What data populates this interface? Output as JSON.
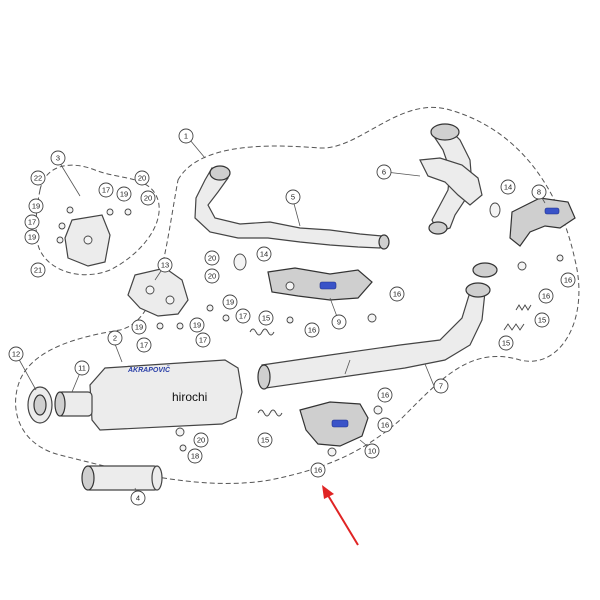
{
  "watermark": "hirochi",
  "brand_label": "AKRAPOVIČ",
  "callouts": {
    "c1": "1",
    "c2": "2",
    "c3": "3",
    "c4": "4",
    "c5": "5",
    "c6": "6",
    "c7": "7",
    "c8": "8",
    "c9": "9",
    "c10": "10",
    "c11": "11",
    "c12": "12",
    "c13": "13",
    "c14a": "14",
    "c14b": "14",
    "c15a": "15",
    "c15b": "15",
    "c15c": "15",
    "c15d": "15",
    "c16a": "16",
    "c16b": "16",
    "c16c": "16",
    "c16d": "16",
    "c16e": "16",
    "c16f": "16",
    "c16g": "16",
    "c17a": "17",
    "c17b": "17",
    "c17c": "17",
    "c17d": "17",
    "c17e": "17",
    "c18": "18",
    "c19a": "19",
    "c19b": "19",
    "c19c": "19",
    "c19d": "19",
    "c19e": "19",
    "c19f": "19",
    "c20a": "20",
    "c20b": "20",
    "c20c": "20",
    "c20d": "20",
    "c20e": "20",
    "c21": "21",
    "c22": "22"
  },
  "arrow_color": "#e02424",
  "badge_color": "#3a53c8"
}
